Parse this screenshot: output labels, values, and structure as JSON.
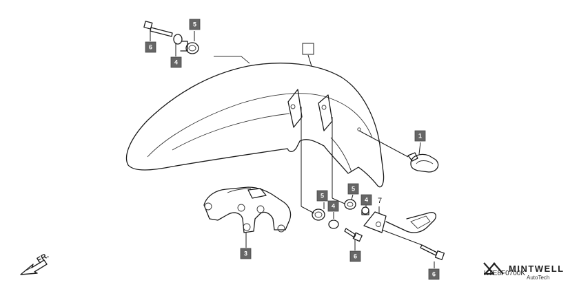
{
  "callouts": [
    {
      "label": "6",
      "id": "c6a"
    },
    {
      "label": "4",
      "id": "c4a"
    },
    {
      "label": "5",
      "id": "c5a"
    },
    {
      "label": "",
      "id": "cMain"
    },
    {
      "label": "1",
      "id": "c1"
    },
    {
      "label": "5",
      "id": "c5b"
    },
    {
      "label": "5",
      "id": "c5c"
    },
    {
      "label": "4",
      "id": "c4b"
    },
    {
      "label": "4",
      "id": "c4c"
    },
    {
      "label": "7",
      "id": "c7"
    },
    {
      "label": "3",
      "id": "c3"
    },
    {
      "label": "6",
      "id": "c6b"
    },
    {
      "label": "6",
      "id": "c6c"
    }
  ],
  "direction_label": "FR.",
  "diagram_code": "KTE8F0700K",
  "brand": {
    "name": "MINTWELL",
    "sub": "AutoTech"
  }
}
